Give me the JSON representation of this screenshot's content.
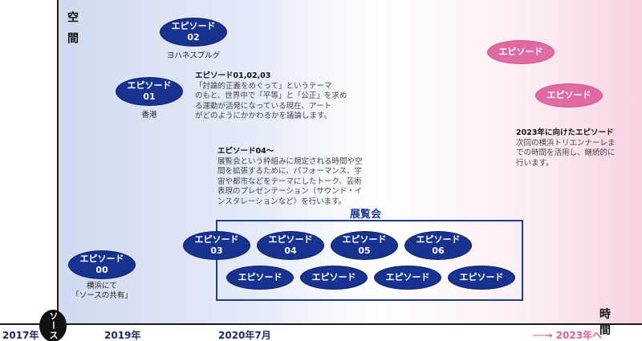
{
  "axes": {
    "space": "空間",
    "time": "時間"
  },
  "source_badge": "ソース",
  "years": {
    "y2017": "2017年",
    "y2019": "2019年",
    "y2020": "2020年7月",
    "y2023": "──→ 2023年へ"
  },
  "episodes": {
    "ep00": {
      "title": "エピソード",
      "num": "00",
      "caption_1": "横浜にて",
      "caption_2": "「ソースの共有」"
    },
    "ep01": {
      "title": "エピソード",
      "num": "01",
      "caption": "香港"
    },
    "ep02": {
      "title": "エピソード",
      "num": "02",
      "caption": "ヨハネスブルグ"
    },
    "ep03": {
      "title": "エピソード",
      "num": "03"
    },
    "ep04": {
      "title": "エピソード",
      "num": "04"
    },
    "ep05": {
      "title": "エピソード",
      "num": "05"
    },
    "ep06": {
      "title": "エピソード",
      "num": "06"
    },
    "row2": [
      "エピソード",
      "エピソード",
      "エピソード",
      "エピソード"
    ],
    "future": [
      "エピソード",
      "エピソード"
    ]
  },
  "exhibition": {
    "title": "展覧会"
  },
  "desc1": {
    "head": "エピソード01,02,03",
    "lines": [
      "「討論的正義をめぐって」というテーマ",
      "のもと、世界中で「平等」と「公正」を求め",
      "る運動が活発になっている現在、アート",
      "がどのようにかかわるかを議論します。"
    ]
  },
  "desc2": {
    "head": "エピソード04〜",
    "lines": [
      "展覧会という枠組みに規定される時間や空",
      "間を拡張するために、パフォーマンス、宇",
      "宙や都市などをテーマにしたトーク、芸術",
      "表現のプレゼンテーション（サウンド・イ",
      "ンスタレーションなど）を行います。"
    ]
  },
  "desc3": {
    "head": "2023年に向けたエピソード",
    "lines": [
      "次回の横浜トリエンナーレま",
      "での時間を活用し、継続的に",
      "行います。"
    ]
  }
}
